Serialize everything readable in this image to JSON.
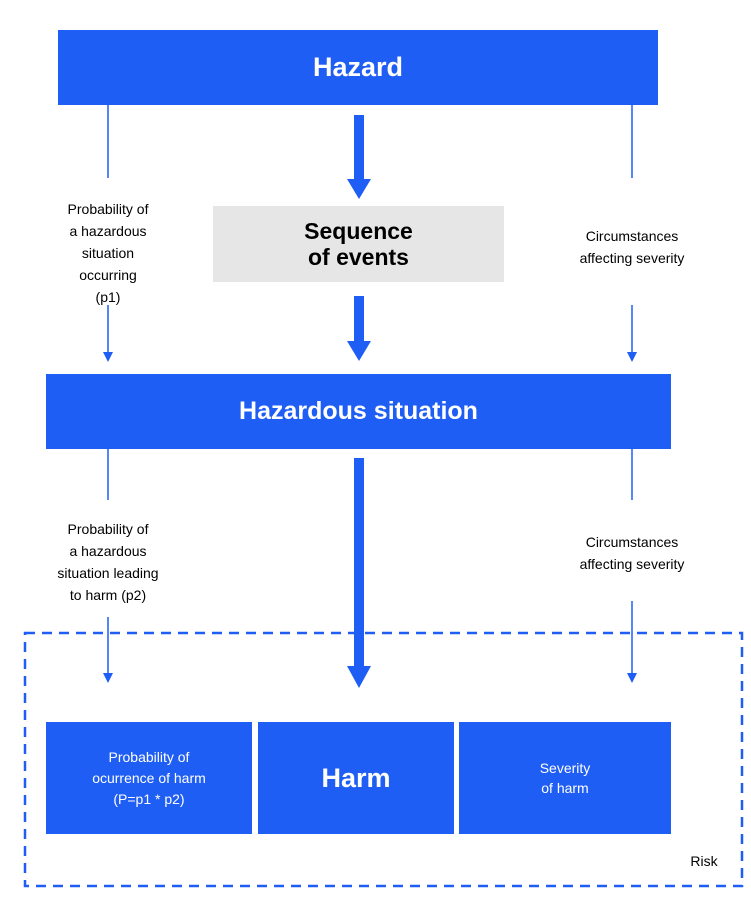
{
  "colors": {
    "primary": "#1f5ef4",
    "neutral": "#e6e6e6",
    "text": "#000000",
    "on_primary": "#ffffff"
  },
  "nodes": {
    "hazard": "Hazard",
    "sequence": "Sequence\nof events",
    "hazardous_situation": "Hazardous situation",
    "probability_of_harm": "Probability of\nocurrence of harm\n(P=p1 * p2)",
    "harm": "Harm",
    "severity_of_harm": "Severity\nof harm"
  },
  "labels": {
    "p1": "Probability of\na hazardous\nsituation\noccurring\n(p1)",
    "circumstances_1": "Circumstances\naffecting severity",
    "p2": "Probability of\na hazardous\nsituation leading\nto harm (p2)",
    "circumstances_2": "Circumstances\naffecting severity",
    "risk": "Risk"
  }
}
